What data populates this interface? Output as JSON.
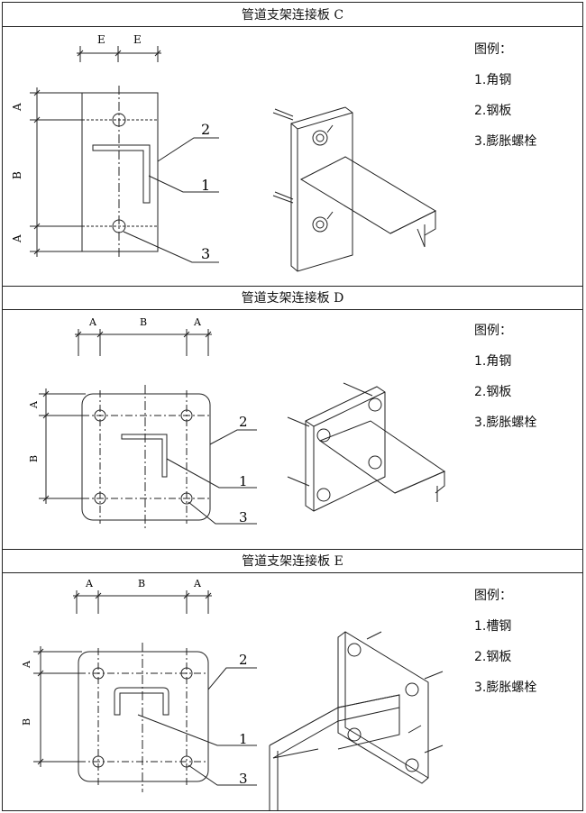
{
  "panels": [
    {
      "title": "管道支架连接板 C",
      "legend_heading": "图例：",
      "legend_items": [
        "1.角钢",
        "2.钢板",
        "3.膨胀螺栓"
      ],
      "dim_labels": {
        "e1": "E",
        "e2": "E",
        "a_top": "A",
        "b": "B",
        "a_bottom": "A"
      },
      "callouts": {
        "c1": "1",
        "c2": "2",
        "c3": "3"
      }
    },
    {
      "title": "管道支架连接板 D",
      "legend_heading": "图例：",
      "legend_items": [
        "1.角钢",
        "2.钢板",
        "3.膨胀螺栓"
      ],
      "dim_labels": {
        "a_left": "A",
        "b_top": "B",
        "a_right": "A",
        "a_side": "A",
        "b_side": "B"
      },
      "callouts": {
        "c1": "1",
        "c2": "2",
        "c3": "3"
      }
    },
    {
      "title": "管道支架连接板 E",
      "legend_heading": "图例：",
      "legend_items": [
        "1.槽钢",
        "2.钢板",
        "3.膨胀螺栓"
      ],
      "dim_labels": {
        "a_left": "A",
        "b_top": "B",
        "a_right": "A",
        "a_side": "A",
        "b_side": "B"
      },
      "callouts": {
        "c1": "1",
        "c2": "2",
        "c3": "3"
      }
    }
  ]
}
